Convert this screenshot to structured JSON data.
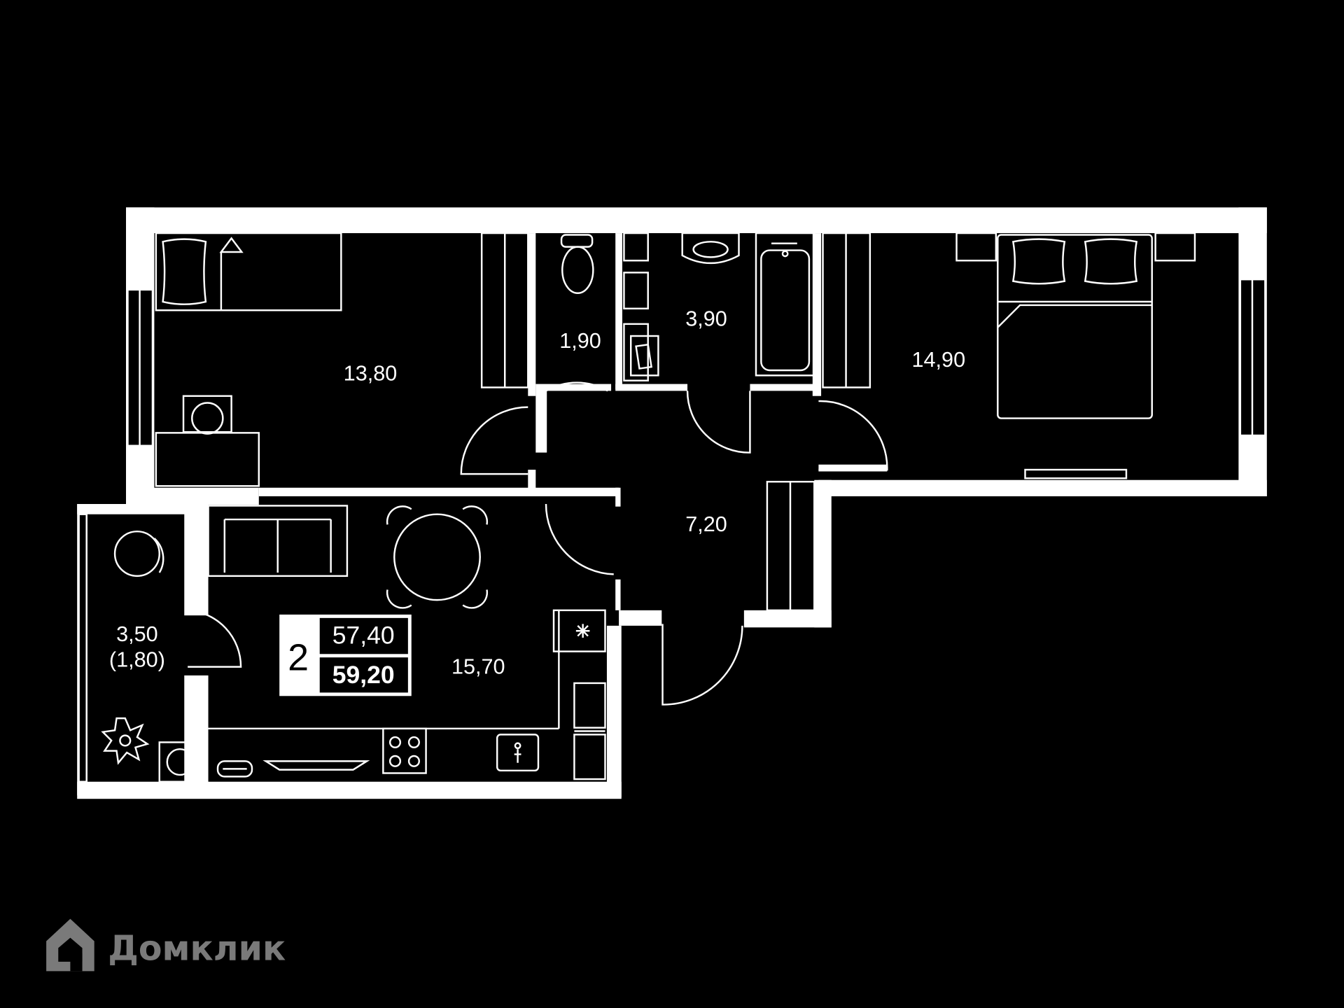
{
  "rooms": {
    "bedroom_left": "13,80",
    "wc": "1,90",
    "bathroom": "3,90",
    "bedroom_right": "14,90",
    "hall": "7,20",
    "loggia": "3,50",
    "loggia_reduced": "(1,80)",
    "kitchen_living": "15,70"
  },
  "summary": {
    "rooms_count": "2",
    "living_area": "57,40",
    "total_area": "59,20"
  },
  "watermark": {
    "text": "Домклик",
    "icon": "house-logo-icon"
  },
  "colors": {
    "background": "#000000",
    "walls": "#ffffff",
    "furniture": "#ffffff",
    "watermark": "#7a7a7a"
  }
}
